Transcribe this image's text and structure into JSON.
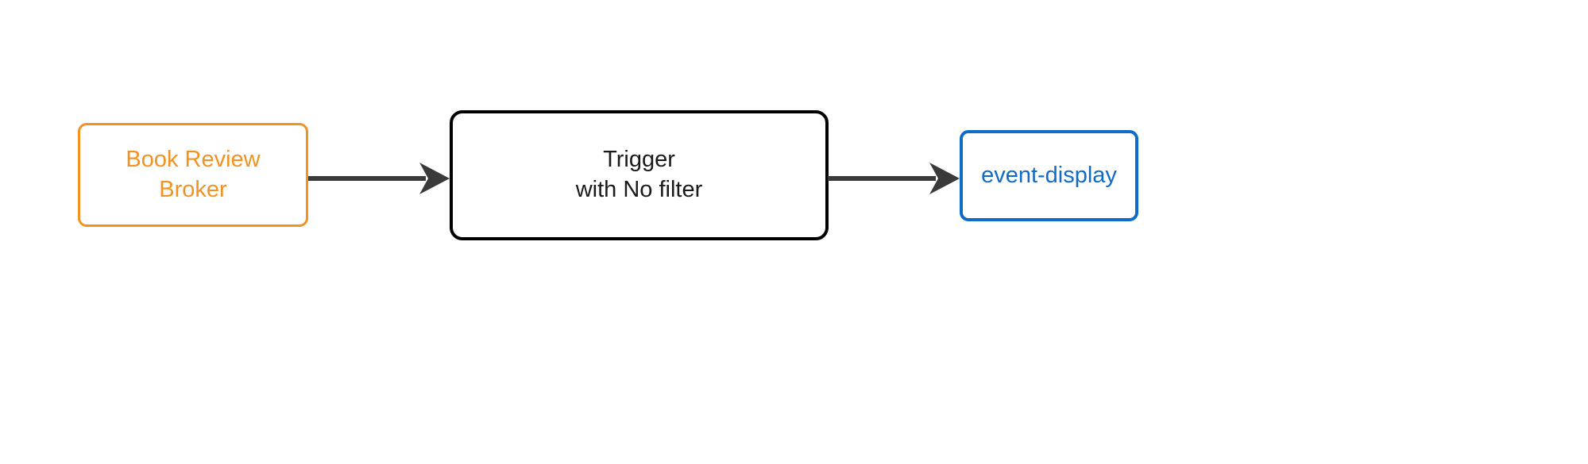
{
  "diagram": {
    "type": "flow-diagram",
    "orientation": "left-to-right",
    "background_color": "#ffffff",
    "nodes": [
      {
        "id": "broker",
        "role": "source",
        "label_lines": [
          "Book Review",
          "Broker"
        ],
        "line1": "Book Review",
        "line2": "Broker",
        "border_color": "#f29222",
        "text_color": "#f29222",
        "fill_color": "#ffffff",
        "shape": "rounded-rectangle"
      },
      {
        "id": "trigger",
        "role": "processor",
        "label_lines": [
          "Trigger",
          "with No filter"
        ],
        "line1": "Trigger",
        "line2": "with No filter",
        "border_color": "#000000",
        "text_color": "#1a1a1a",
        "fill_color": "#ffffff",
        "shape": "rounded-rectangle"
      },
      {
        "id": "event-display",
        "role": "sink",
        "label_lines": [
          "event-display"
        ],
        "line1": "event-display",
        "border_color": "#0f6bc8",
        "text_color": "#0f6bc8",
        "fill_color": "#ffffff",
        "shape": "rounded-rectangle"
      }
    ],
    "edges": [
      {
        "id": "broker-to-trigger",
        "from": "broker",
        "to": "trigger",
        "label": "",
        "color": "#3a3a3a",
        "arrowhead": "solid-concave"
      },
      {
        "id": "trigger-to-event-display",
        "from": "trigger",
        "to": "event-display",
        "label": "",
        "color": "#3a3a3a",
        "arrowhead": "solid-concave"
      }
    ]
  }
}
